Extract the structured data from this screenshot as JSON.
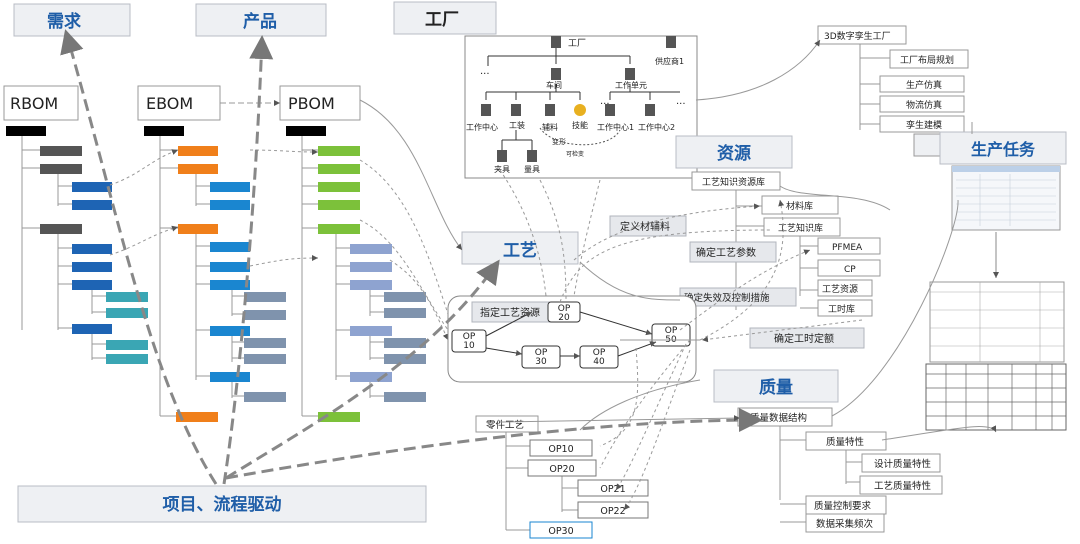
{
  "headers": {
    "demand": "需求",
    "product": "产品",
    "factory": "工厂",
    "resource": "资源",
    "process": "工艺",
    "production_task": "生产任务",
    "quality": "质量",
    "project_flow": "项目、流程驱动"
  },
  "bom": {
    "rbom": "RBOM",
    "ebom": "EBOM",
    "pbom": "PBOM"
  },
  "factory_tree": {
    "root": "工厂",
    "supplier": "供应商1",
    "workshop": "车间",
    "work_unit": "工作单元",
    "work_center": "工作中心",
    "tooling": "工装",
    "aux_material": "辅料",
    "skill": "技能",
    "work_center_1": "工作中心1",
    "work_center_2": "工作中心2",
    "fixture": "夹具",
    "measuring_tool": "量具",
    "deformation": "变形",
    "inspection": "可检变",
    "dots": "..."
  },
  "twin": {
    "title": "3D数字孪生工厂",
    "items": [
      "工厂布局规划",
      "生产仿真",
      "物流仿真",
      "孪生建模"
    ]
  },
  "resource_items": {
    "kb": "工艺知识资源库",
    "material": "材料库",
    "process_kb": "工艺知识库",
    "pfmea": "PFMEA",
    "cp": "CP",
    "process_resource": "工艺资源",
    "man_hour": "工时库"
  },
  "actions": {
    "define_aux": "定义材辅料",
    "define_params": "确定工艺参数",
    "define_failure": "确定失效及控制措施",
    "define_time": "确定工时定额",
    "assign_resource": "指定工艺资源"
  },
  "ops": {
    "op10": "OP\n10",
    "op20": "OP\n20",
    "op30": "OP\n30",
    "op40": "OP\n40",
    "op50": "OP\n50"
  },
  "part_process": {
    "label": "零件工艺",
    "items": [
      "OP10",
      "OP20",
      "OP21",
      "OP22",
      "OP30"
    ]
  },
  "quality_items": {
    "data_structure": "质量数据结构",
    "characteristic": "质量特性",
    "design": "设计质量特性",
    "process": "工艺质量特性",
    "control": "质量控制要求",
    "frequency": "数据采集频次"
  },
  "colors": {
    "header_text": "#1f5ea8",
    "header_fill": "#eef0f3",
    "orange": "#f07f1a",
    "green": "#7cc13a",
    "blue_dark": "#1e64b4",
    "blue_mid": "#1a86d0",
    "teal": "#3aa6b4",
    "slate": "#7f93ad",
    "periwinkle": "#8ea3d0",
    "op_highlight": "#1a86d0"
  }
}
